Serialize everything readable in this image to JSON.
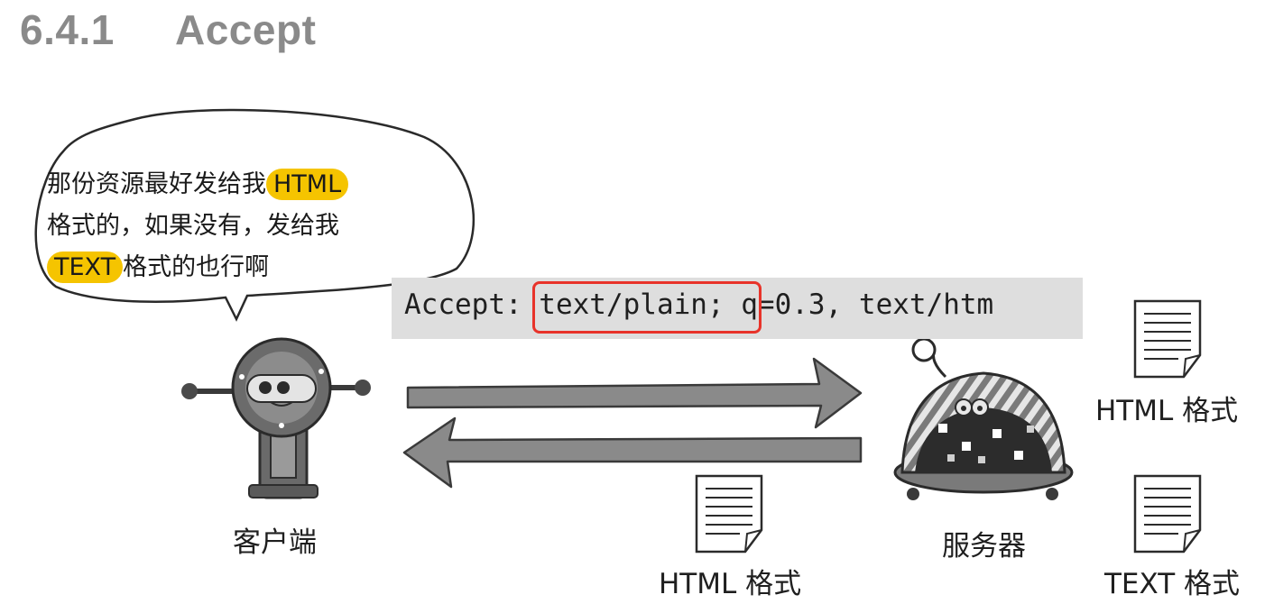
{
  "section": {
    "number": "6.4.1",
    "title": "Accept"
  },
  "speech_bubble": {
    "line1": "那份资源最好发给我",
    "line1_highlight": "HTML",
    "line2": "格式的，如果没有，发给我",
    "line3_highlight": "TEXT",
    "line3": "格式的也行啊"
  },
  "request_header": "Accept: text/plain; q=0.3, text/htm",
  "highlight_color": "#f5c400",
  "box_color": "#e8332a",
  "client_label": "客户端",
  "server_label": "服务器",
  "response_document_label": "HTML 格式",
  "server_documents": [
    {
      "label": "HTML 格式"
    },
    {
      "label": "TEXT 格式"
    }
  ]
}
